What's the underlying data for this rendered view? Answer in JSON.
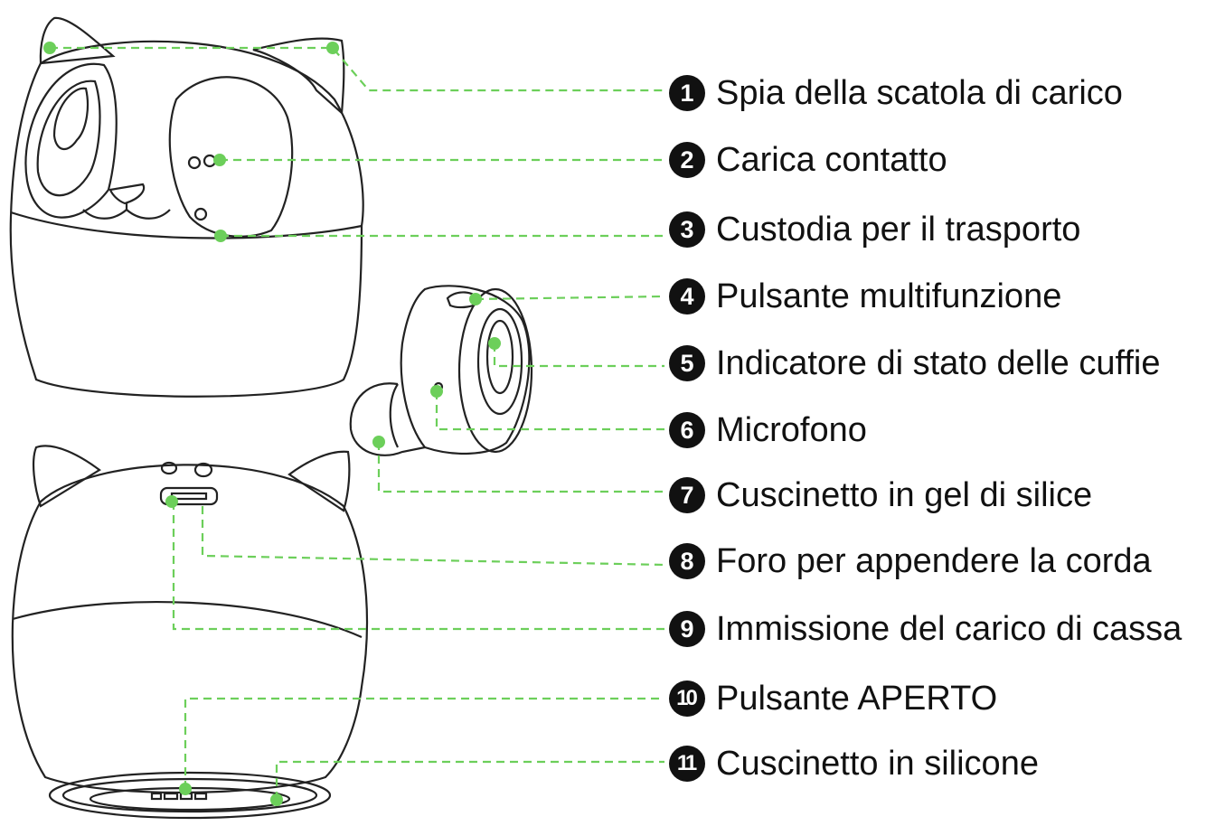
{
  "colors": {
    "leader": "#6ccf5a",
    "outline": "#222222",
    "badge": "#111111"
  },
  "callouts": [
    {
      "number": "1",
      "text": "Spia della scatola di carico"
    },
    {
      "number": "2",
      "text": "Carica contatto"
    },
    {
      "number": "3",
      "text": "Custodia per il trasporto"
    },
    {
      "number": "4",
      "text": "Pulsante multifunzione"
    },
    {
      "number": "5",
      "text": "Indicatore di stato delle cuffie"
    },
    {
      "number": "6",
      "text": "Microfono"
    },
    {
      "number": "7",
      "text": "Cuscinetto in gel di silice"
    },
    {
      "number": "8",
      "text": "Foro per appendere la corda"
    },
    {
      "number": "9",
      "text": "Immissione del carico di cassa"
    },
    {
      "number": "10",
      "text": "Pulsante APERTO"
    },
    {
      "number": "11",
      "text": "Cuscinetto in silicone"
    }
  ]
}
